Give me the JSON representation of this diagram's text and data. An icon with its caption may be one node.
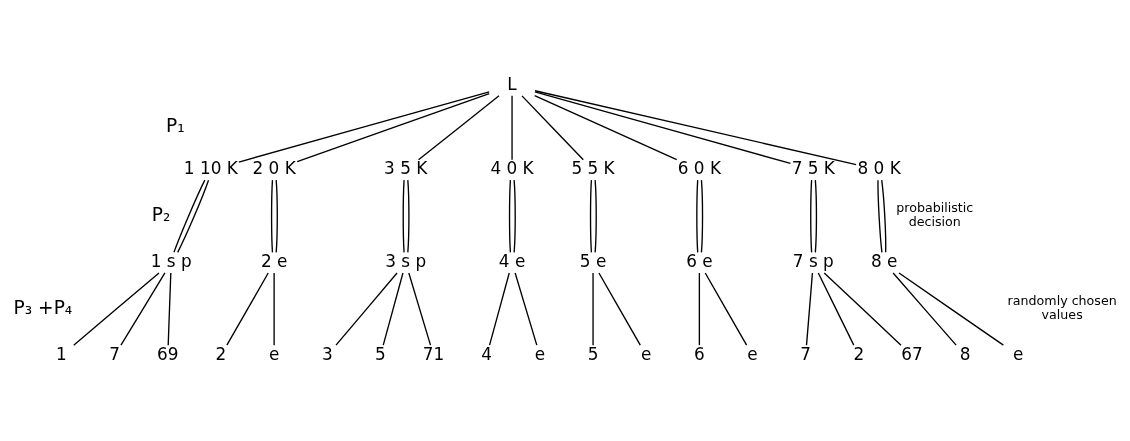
{
  "diagram": {
    "nodes": [
      {
        "text": [
          "L"
        ]
      },
      {
        "text": [
          "1 10 K"
        ]
      },
      {
        "text": [
          "2 0 K"
        ]
      },
      {
        "text": [
          "3 5 K"
        ]
      },
      {
        "text": [
          "4 0 K"
        ]
      },
      {
        "text": [
          "5 5 K"
        ]
      },
      {
        "text": [
          "6 0 K"
        ]
      },
      {
        "text": [
          "7 5 K"
        ]
      },
      {
        "text": [
          "8 0 K"
        ]
      },
      {
        "text": [
          "1 s p"
        ]
      },
      {
        "text": [
          "2 e"
        ]
      },
      {
        "text": [
          "3 s p"
        ]
      },
      {
        "text": [
          "4 e"
        ]
      },
      {
        "text": [
          "5 e"
        ]
      },
      {
        "text": [
          "6 e"
        ]
      },
      {
        "text": [
          "7 s p"
        ]
      },
      {
        "text": [
          "8 e"
        ]
      },
      {
        "text": [
          "1"
        ]
      },
      {
        "text": [
          "7"
        ]
      },
      {
        "text": [
          "69"
        ]
      },
      {
        "text": [
          "2"
        ]
      },
      {
        "text": [
          "e"
        ]
      },
      {
        "text": [
          "3"
        ]
      },
      {
        "text": [
          "5"
        ]
      },
      {
        "text": [
          "71"
        ]
      },
      {
        "text": [
          "4"
        ]
      },
      {
        "text": [
          "e"
        ]
      },
      {
        "text": [
          "5"
        ]
      },
      {
        "text": [
          "e"
        ]
      },
      {
        "text": [
          "6"
        ]
      },
      {
        "text": [
          "e"
        ]
      },
      {
        "text": [
          "7"
        ]
      },
      {
        "text": [
          "2"
        ]
      },
      {
        "text": [
          "67"
        ]
      },
      {
        "text": [
          "8"
        ]
      },
      {
        "text": [
          "e"
        ]
      }
    ],
    "edges": [
      {
        "from": 0,
        "to": 1,
        "arrow": "none"
      },
      {
        "from": 0,
        "to": 2,
        "arrow": "none"
      },
      {
        "from": 0,
        "to": 3,
        "arrow": "none"
      },
      {
        "from": 0,
        "to": 4,
        "arrow": "none"
      },
      {
        "from": 0,
        "to": 5,
        "arrow": "none"
      },
      {
        "from": 0,
        "to": 6,
        "arrow": "none"
      },
      {
        "from": 0,
        "to": 7,
        "arrow": "none"
      },
      {
        "from": 0,
        "to": 8,
        "arrow": "none"
      },
      {
        "from": 1,
        "to": 9,
        "arrow": "none"
      },
      {
        "from": 1,
        "to": 9,
        "arrow": "none"
      },
      {
        "from": 2,
        "to": 10,
        "arrow": "none"
      },
      {
        "from": 2,
        "to": 10,
        "arrow": "none"
      },
      {
        "from": 3,
        "to": 11,
        "arrow": "none"
      },
      {
        "from": 3,
        "to": 11,
        "arrow": "none"
      },
      {
        "from": 4,
        "to": 12,
        "arrow": "none"
      },
      {
        "from": 4,
        "to": 12,
        "arrow": "none"
      },
      {
        "from": 5,
        "to": 13,
        "arrow": "none"
      },
      {
        "from": 5,
        "to": 13,
        "arrow": "none"
      },
      {
        "from": 6,
        "to": 14,
        "arrow": "none"
      },
      {
        "from": 6,
        "to": 14,
        "arrow": "none"
      },
      {
        "from": 7,
        "to": 15,
        "arrow": "none"
      },
      {
        "from": 7,
        "to": 15,
        "arrow": "none"
      },
      {
        "from": 8,
        "to": 16,
        "arrow": "none"
      },
      {
        "from": 8,
        "to": 16,
        "arrow": "none"
      },
      {
        "from": 9,
        "to": 17,
        "arrow": "none"
      },
      {
        "from": 9,
        "to": 18,
        "arrow": "none"
      },
      {
        "from": 9,
        "to": 19,
        "arrow": "none"
      },
      {
        "from": 10,
        "to": 20,
        "arrow": "none"
      },
      {
        "from": 10,
        "to": 21,
        "arrow": "none"
      },
      {
        "from": 11,
        "to": 22,
        "arrow": "none"
      },
      {
        "from": 11,
        "to": 23,
        "arrow": "none"
      },
      {
        "from": 11,
        "to": 24,
        "arrow": "none"
      },
      {
        "from": 12,
        "to": 25,
        "arrow": "none"
      },
      {
        "from": 12,
        "to": 26,
        "arrow": "none"
      },
      {
        "from": 13,
        "to": 27,
        "arrow": "none"
      },
      {
        "from": 13,
        "to": 28,
        "arrow": "none"
      },
      {
        "from": 14,
        "to": 29,
        "arrow": "none"
      },
      {
        "from": 14,
        "to": 30,
        "arrow": "none"
      },
      {
        "from": 15,
        "to": 31,
        "arrow": "none"
      },
      {
        "from": 15,
        "to": 32,
        "arrow": "none"
      },
      {
        "from": 15,
        "to": 33,
        "arrow": "none"
      },
      {
        "from": 16,
        "to": 34,
        "arrow": "none"
      },
      {
        "from": 16,
        "to": 35,
        "arrow": "none"
      }
    ],
    "labels": [
      "P₁",
      "P₂",
      "probabilistic decision",
      "P₃ +P₄",
      "randomly chosen values"
    ]
  }
}
